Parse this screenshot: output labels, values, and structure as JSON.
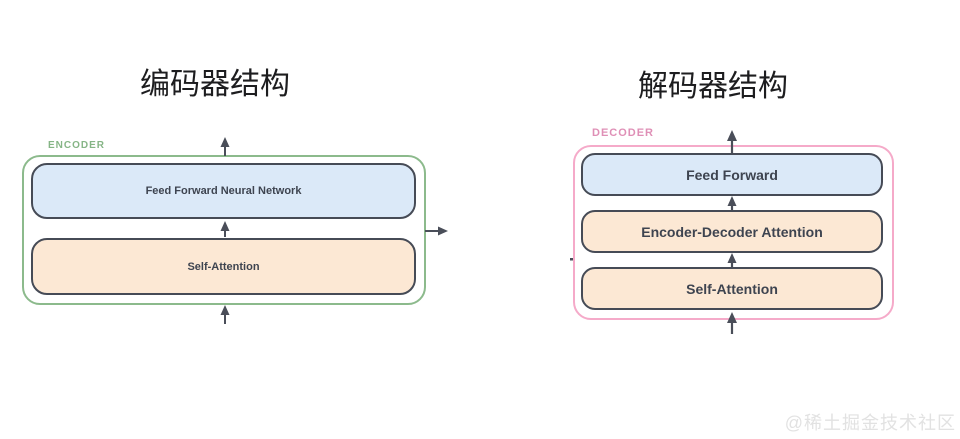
{
  "colors": {
    "encoder_accent": "#8cba8c",
    "encoder_label_text": "#86b586",
    "decoder_accent": "#f5aac9",
    "decoder_label_text": "#df8fb6",
    "block_border": "#464b56",
    "block_blue_fill": "#dbe9f8",
    "block_orange_fill": "#fce8d4",
    "block_text": "#3e4450",
    "arrow": "#4a4e59",
    "title_text": "#1d1d1f",
    "watermark_text": "#e2e2e2"
  },
  "encoder": {
    "title": "编码器结构",
    "label": "ENCODER",
    "blocks": [
      {
        "label": "Feed Forward Neural Network",
        "style": "blue"
      },
      {
        "label": "Self-Attention",
        "style": "orange"
      }
    ]
  },
  "decoder": {
    "title": "解码器结构",
    "label": "DECODER",
    "blocks": [
      {
        "label": "Feed Forward",
        "style": "blue"
      },
      {
        "label": "Encoder-Decoder Attention",
        "style": "orange"
      },
      {
        "label": "Self-Attention",
        "style": "orange"
      }
    ]
  },
  "watermark": {
    "text": "@稀土掘金技术社区"
  }
}
